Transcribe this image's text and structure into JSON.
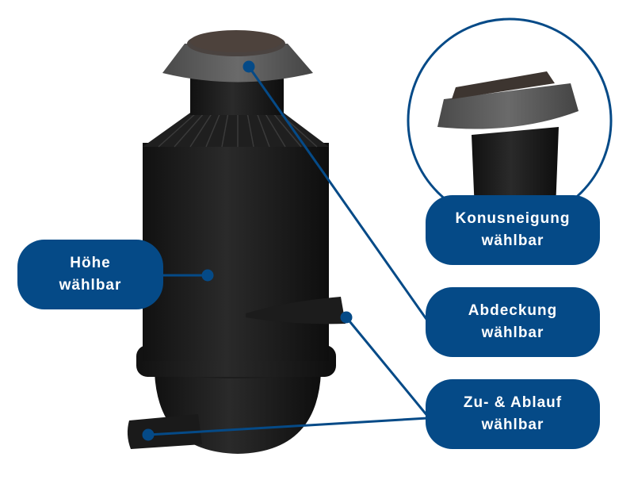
{
  "colors": {
    "accent": "#054a87",
    "product": "#1c1c1c",
    "cover_stone": "#555555",
    "cover_lid": "#3d3530"
  },
  "labels": {
    "hoehe": {
      "line1": "Höhe",
      "line2": "wählbar"
    },
    "konus": {
      "line1": "Konusneigung",
      "line2": "wählbar"
    },
    "abdeckung": {
      "line1": "Abdeckung",
      "line2": "wählbar"
    },
    "zulauf": {
      "line1": "Zu- & Ablauf",
      "line2": "wählbar"
    }
  }
}
